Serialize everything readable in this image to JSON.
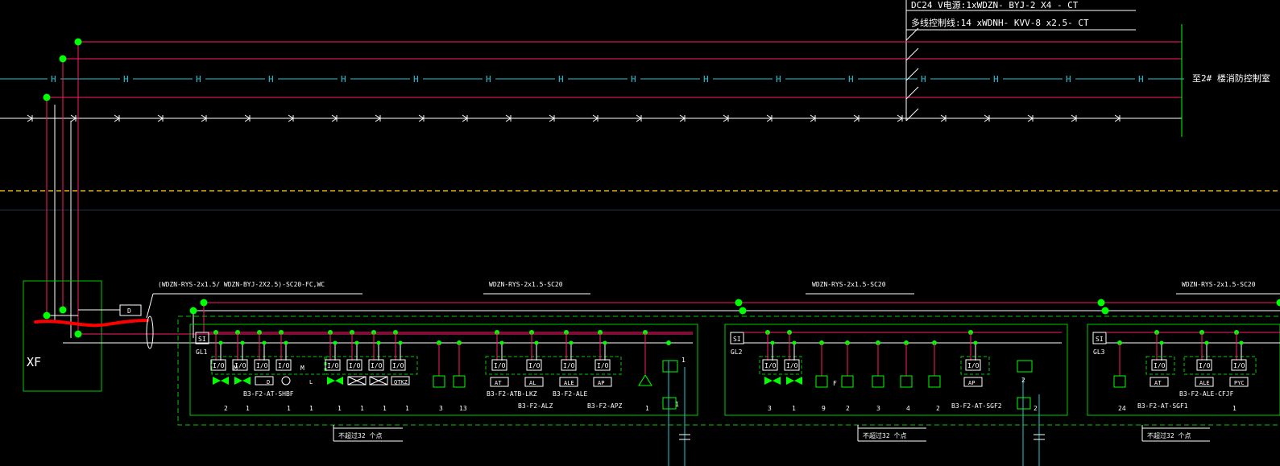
{
  "top_notes": {
    "line1": "DC24 V电源:1xWDZN- BYJ-2 X4 - CT",
    "line2": "多线控制线:14 xWDNH- KVV-8 x2.5- CT"
  },
  "destination_label": "至2# 楼消防控制室",
  "bus_symbols": {
    "h_mark": "H",
    "arrow_mark": "→|"
  },
  "xf_box": {
    "label": "XF",
    "d_label": "D"
  },
  "cables": {
    "main": "(WDZN-RYS-2x1.5/ WDZN-BYJ-2X2.5)-SC20-FC,WC",
    "seg": "WDZN-RYS-2x1.5-SC20"
  },
  "groups": [
    {
      "id": "GL1",
      "si": "SI",
      "io_label": "I/O",
      "devices": [
        {
          "code": "M",
          "label": ""
        },
        {
          "code": "M",
          "label": "D"
        },
        {
          "code": "M",
          "label": "L"
        },
        {
          "code": "QTKZ",
          "label": ""
        }
      ],
      "sub_labels": [
        "B3-F2-AT-SHBF",
        "B3-F2-ATB-LKZ",
        "B3-F2-ALZ",
        "B3-F2-ALE",
        "B3-F2-APZ"
      ],
      "tag_labels": [
        "AT",
        "AL",
        "ALE",
        "AP"
      ],
      "counts": [
        "2",
        "1",
        "1",
        "1",
        "1",
        "1",
        "1",
        "1",
        "3",
        "13",
        "1"
      ],
      "side_number": "1",
      "note": "不超过32 个点"
    },
    {
      "id": "GL2",
      "si": "SI",
      "io_label": "I/O",
      "tag_labels": [
        "AP"
      ],
      "sub_labels": [
        "B3-F2-AT-SGF2"
      ],
      "fire_mark": "F",
      "counts": [
        "3",
        "1",
        "9",
        "2",
        "3",
        "4",
        "2",
        "2"
      ],
      "note": "不超过32 个点"
    },
    {
      "id": "GL3",
      "si": "SI",
      "io_label": "I/O",
      "tag_labels": [
        "AT",
        "ALE",
        "PYC"
      ],
      "sub_labels": [
        "B3-F2-AT-SGF1",
        "B3-F2-ALE-CFJF"
      ],
      "counts": [
        "24",
        "1"
      ],
      "note": "不超过32 个点"
    }
  ],
  "colors": {
    "background": "#000000",
    "magenta": "#ff1a6a",
    "cyan": "#27c7d8",
    "green": "#00ff00",
    "white": "#ffffff",
    "yellow": "#e3b31a",
    "red": "#ff0000",
    "box": "#00cc00",
    "darkblue": "#1e3140"
  }
}
